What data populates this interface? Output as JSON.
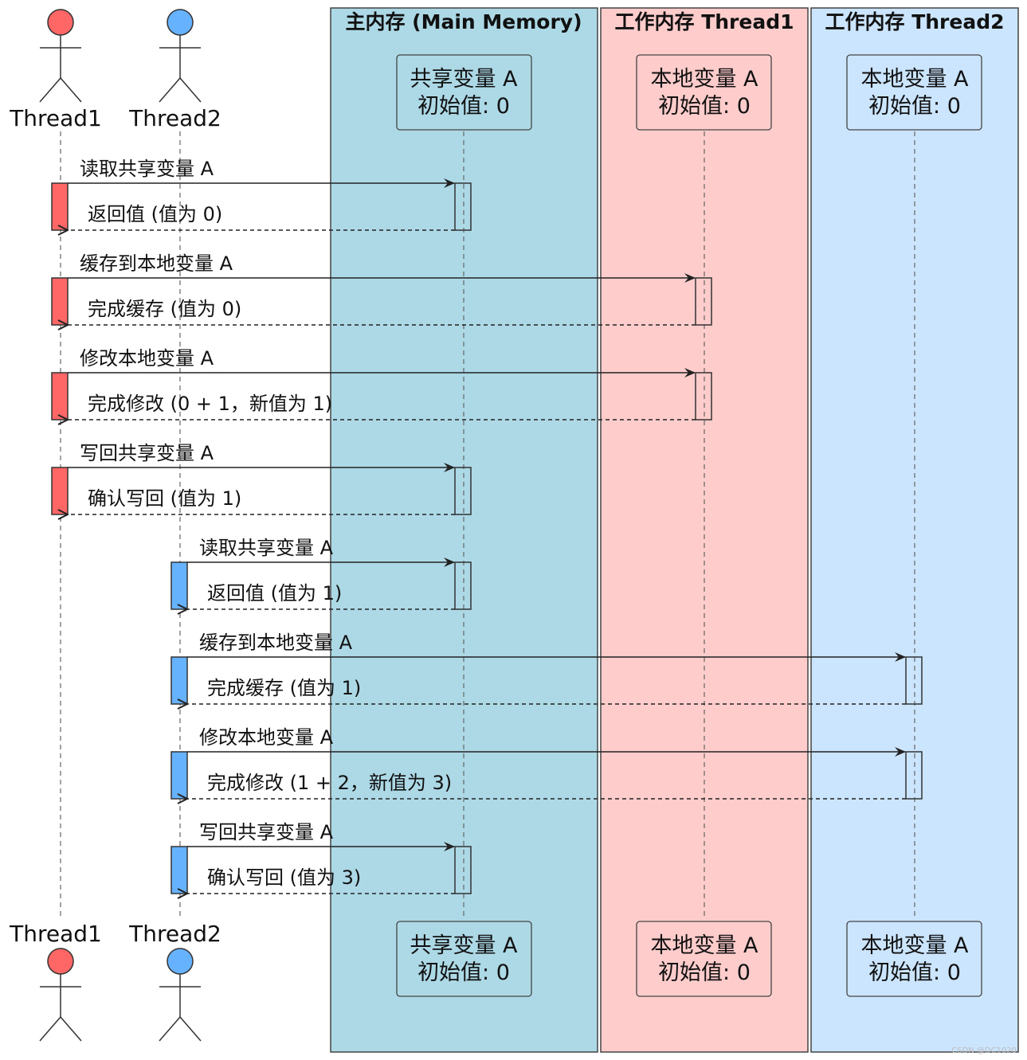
{
  "boxes": [
    {
      "id": "main",
      "title": "主内存 (Main Memory)",
      "color": "#add8e6"
    },
    {
      "id": "t1",
      "title": "工作内存 Thread1",
      "color": "#ffcccc"
    },
    {
      "id": "t2",
      "title": "工作内存 Thread2",
      "color": "#cce5ff"
    }
  ],
  "actors": [
    {
      "id": "thread1",
      "name": "Thread1",
      "head_color": "#ff6666",
      "activation_color": "#ff6666"
    },
    {
      "id": "thread2",
      "name": "Thread2",
      "head_color": "#66b2ff",
      "activation_color": "#66b2ff"
    }
  ],
  "participants": [
    {
      "id": "shared",
      "line1": "共享变量 A",
      "line2": "初始值: 0"
    },
    {
      "id": "local1",
      "line1": "本地变量 A",
      "line2": "初始值: 0"
    },
    {
      "id": "local2",
      "line1": "本地变量 A",
      "line2": "初始值: 0"
    }
  ],
  "messages": [
    {
      "request": "读取共享变量 A",
      "reply": "返回值 (值为 0)",
      "from": "thread1",
      "to": "shared"
    },
    {
      "request": "缓存到本地变量 A",
      "reply": "完成缓存 (值为 0)",
      "from": "thread1",
      "to": "local1"
    },
    {
      "request": "修改本地变量 A",
      "reply": "完成修改 (0 + 1，新值为 1)",
      "from": "thread1",
      "to": "local1"
    },
    {
      "request": "写回共享变量 A",
      "reply": "确认写回 (值为 1)",
      "from": "thread1",
      "to": "shared"
    },
    {
      "request": "读取共享变量 A",
      "reply": "返回值 (值为 1)",
      "from": "thread2",
      "to": "shared"
    },
    {
      "request": "缓存到本地变量 A",
      "reply": "完成缓存 (值为 1)",
      "from": "thread2",
      "to": "local2"
    },
    {
      "request": "修改本地变量 A",
      "reply": "完成修改 (1 + 2，新值为 3)",
      "from": "thread2",
      "to": "local2"
    },
    {
      "request": "写回共享变量 A",
      "reply": "确认写回 (值为 3)",
      "from": "thread2",
      "to": "shared"
    }
  ],
  "watermark": "CSDN @DC1020"
}
